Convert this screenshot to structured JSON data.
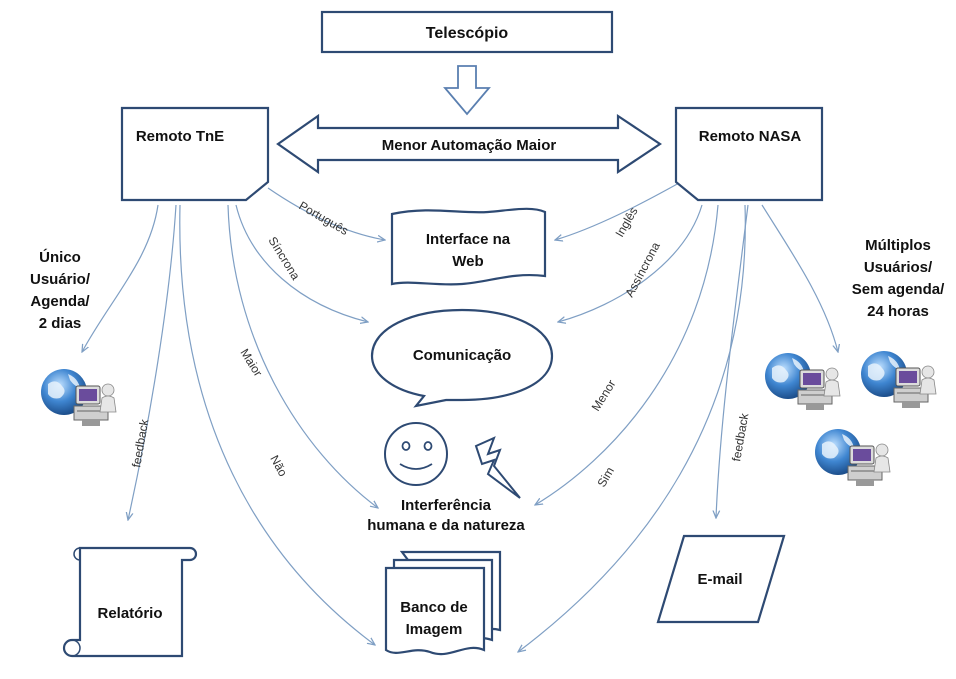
{
  "nodes": {
    "telescope": "Telescópio",
    "remote_tne": "Remoto TnE",
    "remote_nasa": "Remoto NASA",
    "automation": "Menor Automação Maior",
    "interface": [
      "Interface na",
      "Web"
    ],
    "communication": "Comunicação",
    "interference": [
      "Interferência",
      "humana e da natureza"
    ],
    "image_bank": [
      "Banco de",
      "Imagem"
    ],
    "report": "Relatório",
    "email": "E-mail"
  },
  "side_labels": {
    "left": [
      "Único",
      "Usuário/",
      "Agenda/",
      "2 dias"
    ],
    "right": [
      "Múltiplos",
      "Usuários/",
      "Sem agenda/",
      "24 horas"
    ]
  },
  "edge_labels": {
    "portugues": "Português",
    "sincrona": "Síncrona",
    "maior": "Maior",
    "nao": "Não",
    "feedback_left": "feedback",
    "ingles": "Inglês",
    "assincrona": "Assíncrona",
    "menor": "Menor",
    "sim": "Sim",
    "feedback_right": "feedback"
  },
  "colors": {
    "shape_stroke": "#2e4a73",
    "flow_line": "#7f9fc4",
    "globe": "#2f6fb5"
  },
  "icons": [
    "computer-user-globe-icon",
    "smiley-face-icon",
    "lightning-icon"
  ]
}
